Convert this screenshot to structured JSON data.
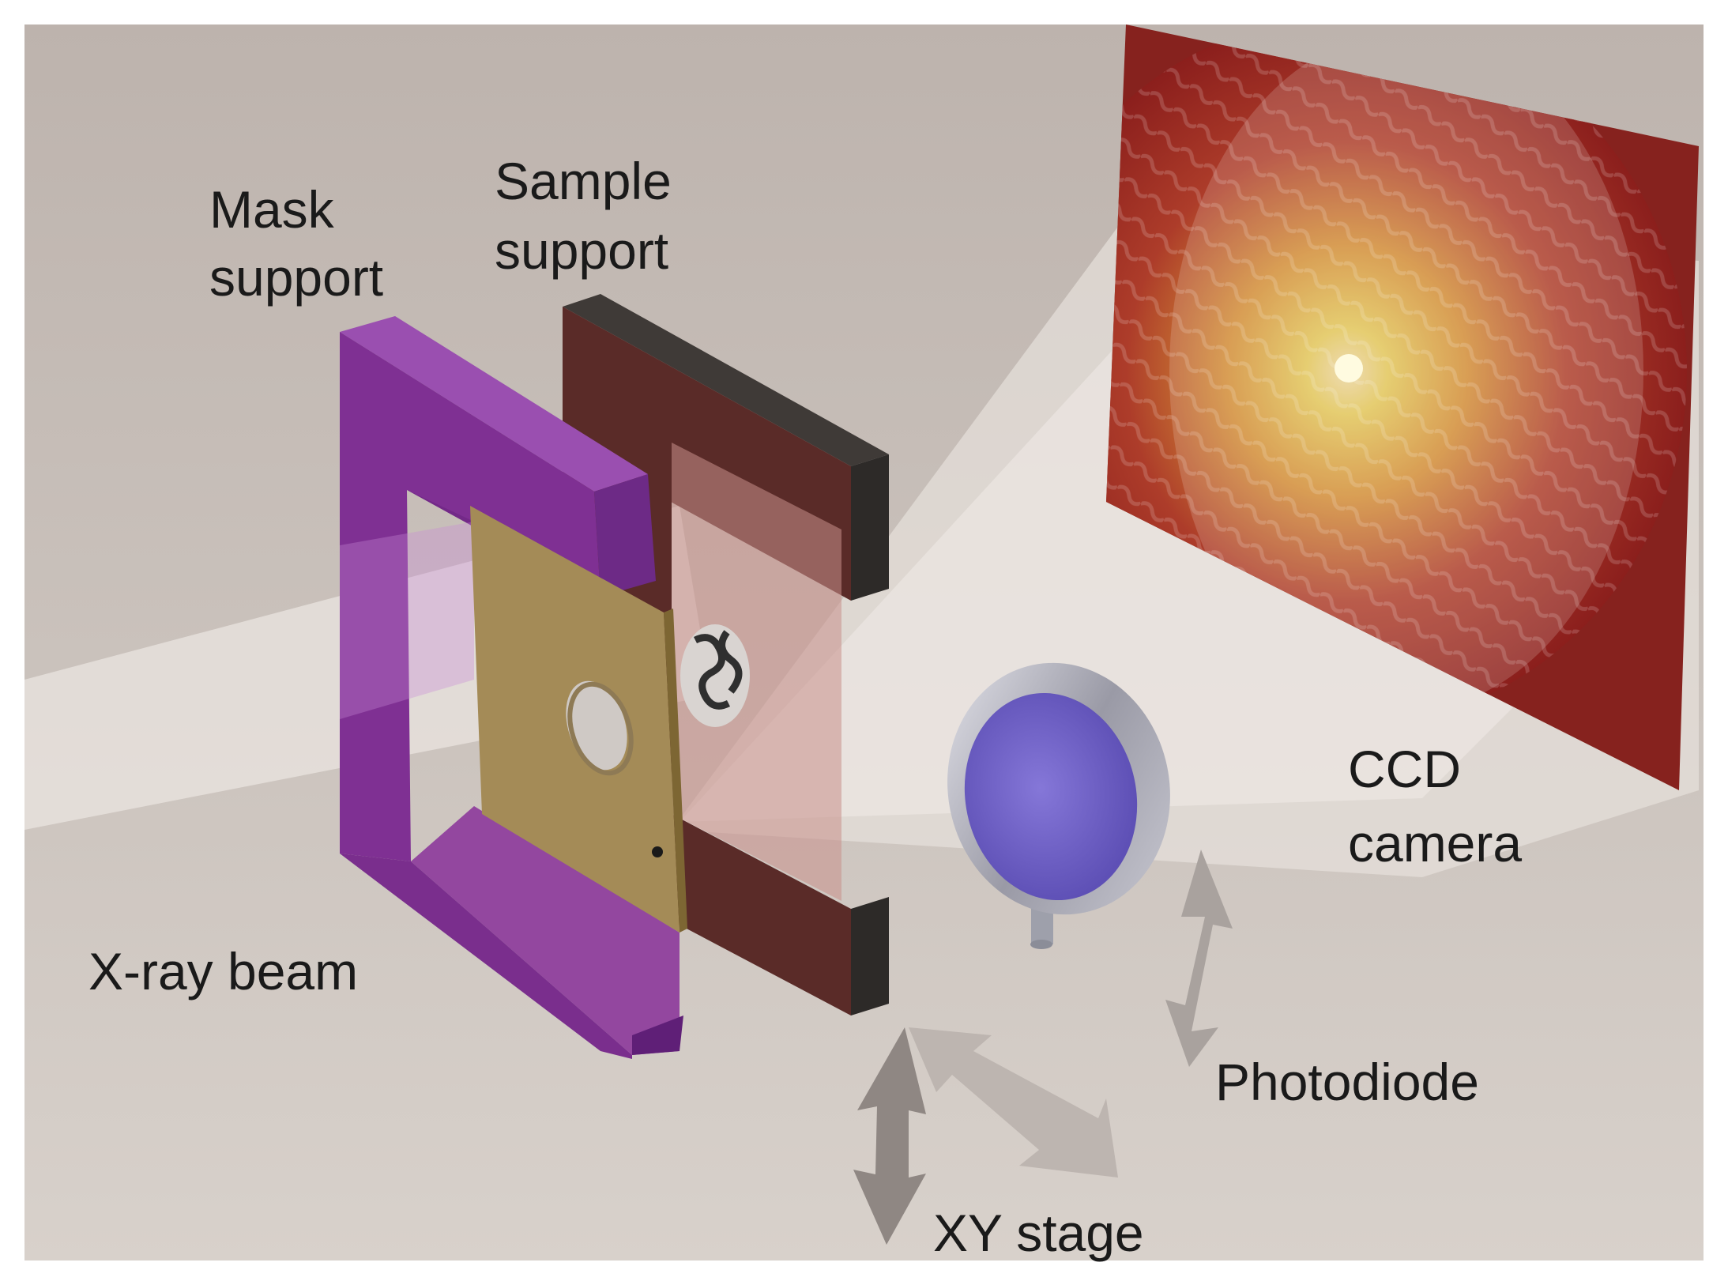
{
  "figure": {
    "labels": {
      "mask_support": [
        "Mask",
        "support"
      ],
      "sample_support": [
        "Sample",
        "support"
      ],
      "ccd_camera": [
        "CCD",
        "camera"
      ],
      "xray_beam": "X-ray beam",
      "photodiode": "Photodiode",
      "xy_stage": "XY stage"
    },
    "colors": {
      "background": "#c6bdb7",
      "mask_support": "#7e2f8f",
      "sample_support": "#5a2a27",
      "mask_membrane": "#a48b57",
      "ccd_sensor": "#8a1f1c",
      "diffraction_center": "#f0e05a",
      "photodiode": "#7466c8",
      "arrows": "#a9a29e"
    }
  }
}
